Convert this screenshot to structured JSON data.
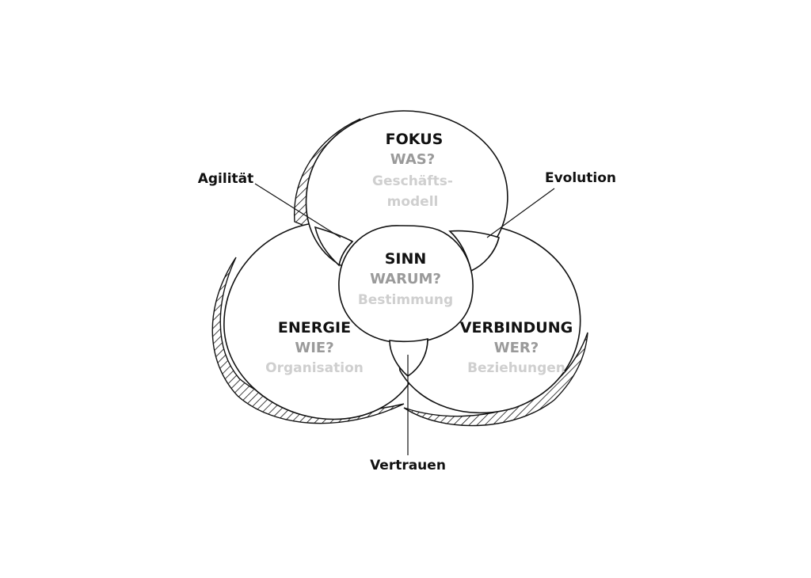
{
  "circles": {
    "top": {
      "title": "FOKUS",
      "question": "WAS?",
      "desc_line1": "Geschäfts-",
      "desc_line2": "modell"
    },
    "center": {
      "title": "SINN",
      "question": "WARUM?",
      "desc": "Bestimmung"
    },
    "left": {
      "title": "ENERGIE",
      "question": "WIE?",
      "desc": "Organisation"
    },
    "right": {
      "title": "VERBINDUNG",
      "question": "WER?",
      "desc": "Beziehungen"
    }
  },
  "callouts": {
    "top_left": "Agilität",
    "top_right": "Evolution",
    "bottom": "Vertrauen"
  },
  "colors": {
    "title": "#111111",
    "question": "#9a9a9a",
    "desc": "#cfcfcf"
  }
}
